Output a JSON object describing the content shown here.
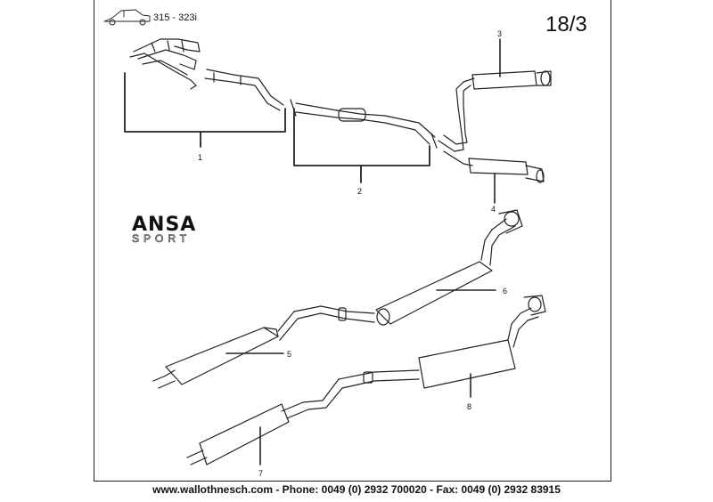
{
  "header": {
    "model_range": "315 - 323i",
    "page_number": "18/3"
  },
  "brand": {
    "name": "ANSA",
    "subtitle": "SPORT"
  },
  "callouts": {
    "c1": "1",
    "c2": "2",
    "c3": "3",
    "c4": "4",
    "c5": "5",
    "c6": "6",
    "c7": "7",
    "c8": "8"
  },
  "icons": {
    "car": "car-silhouette-icon"
  },
  "colors": {
    "line": "#222222",
    "background": "#ffffff"
  },
  "footer": {
    "contact": "www.wallothnesch.com - Phone: 0049 (0) 2932 700020 - Fax: 0049 (0) 2932 83915"
  }
}
